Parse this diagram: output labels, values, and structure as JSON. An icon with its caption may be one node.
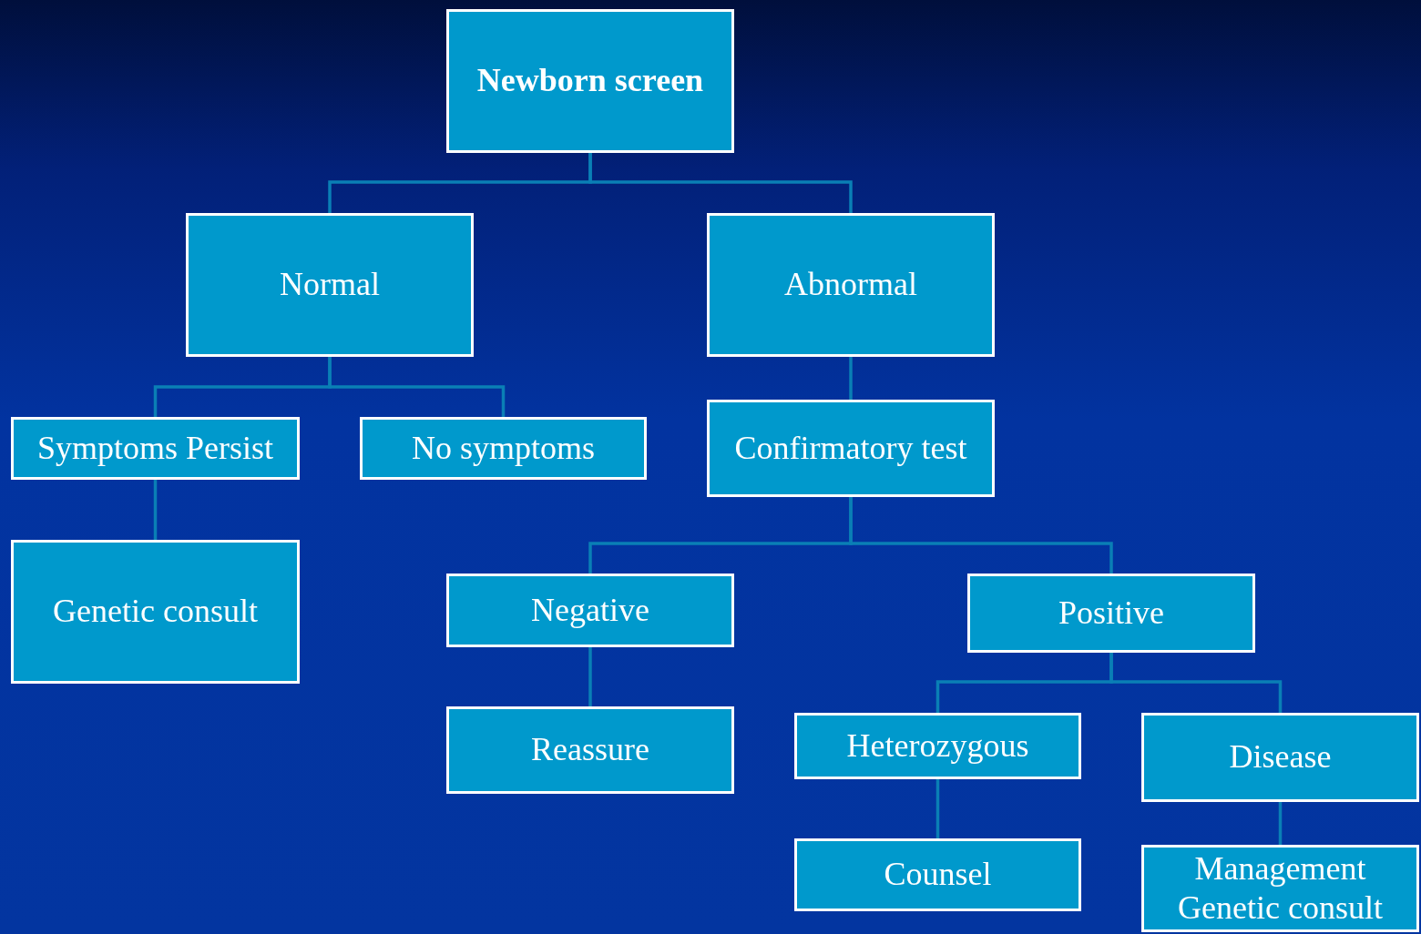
{
  "diagram": {
    "nodes": [
      {
        "text": [
          "Newborn screen"
        ]
      },
      {
        "text": [
          "Normal"
        ]
      },
      {
        "text": [
          "Abnormal"
        ]
      },
      {
        "text": [
          "Symptoms Persist"
        ]
      },
      {
        "text": [
          "No symptoms"
        ]
      },
      {
        "text": [
          "Confirmatory test"
        ]
      },
      {
        "text": [
          "Genetic consult"
        ]
      },
      {
        "text": [
          "Negative"
        ]
      },
      {
        "text": [
          "Positive"
        ]
      },
      {
        "text": [
          "Reassure"
        ]
      },
      {
        "text": [
          "Heterozygous"
        ]
      },
      {
        "text": [
          "Disease"
        ]
      },
      {
        "text": [
          "Counsel"
        ]
      },
      {
        "text": [
          "Management Genetic consult"
        ]
      }
    ],
    "edges": [
      {
        "from": 0,
        "to": 1,
        "arrow": "none"
      },
      {
        "from": 0,
        "to": 2,
        "arrow": "none"
      },
      {
        "from": 1,
        "to": 3,
        "arrow": "none"
      },
      {
        "from": 1,
        "to": 4,
        "arrow": "none"
      },
      {
        "from": 2,
        "to": 5,
        "arrow": "none"
      },
      {
        "from": 3,
        "to": 6,
        "arrow": "none"
      },
      {
        "from": 5,
        "to": 7,
        "arrow": "none"
      },
      {
        "from": 5,
        "to": 8,
        "arrow": "none"
      },
      {
        "from": 7,
        "to": 9,
        "arrow": "none"
      },
      {
        "from": 8,
        "to": 10,
        "arrow": "none"
      },
      {
        "from": 8,
        "to": 11,
        "arrow": "none"
      },
      {
        "from": 10,
        "to": 12,
        "arrow": "none"
      },
      {
        "from": 11,
        "to": 13,
        "arrow": "none"
      }
    ]
  }
}
